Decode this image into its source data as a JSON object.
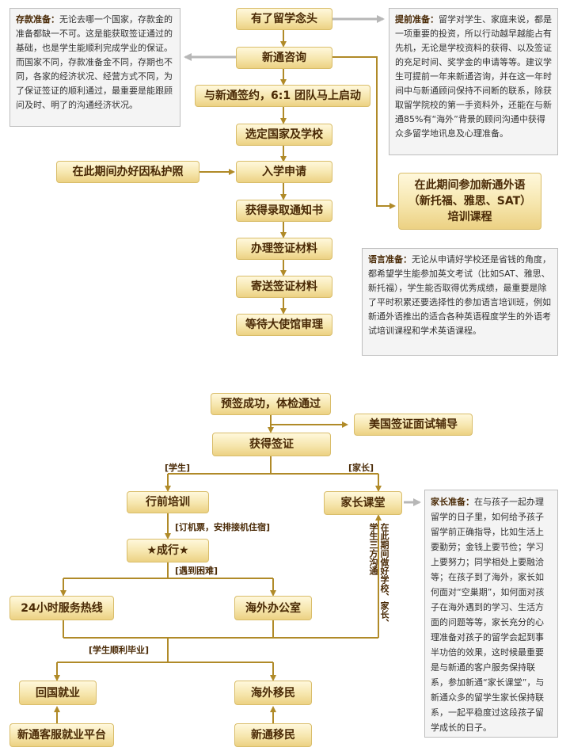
{
  "colors": {
    "box_text": "#4a2a06",
    "box_top": "#fff8dc",
    "box_bottom": "#ecd183",
    "box_border": "#d9bd6a",
    "connector": "#b08a28",
    "note_arrow": "#b7b7b7",
    "note_bg": "#f4f4f4",
    "note_border": "#bdbdbd"
  },
  "nodes": {
    "idea": "有了留学念头",
    "consult": "新通咨询",
    "sign": "与新通签约，6:1 团队马上启动",
    "choose": "选定国家及学校",
    "passport": "在此期间办好因私护照",
    "apply": "入学申请",
    "training_line1": "在此期间参加新通外语",
    "training_line2": "（新托福、雅思、SAT）",
    "training_line3": "培训课程",
    "admit": "获得录取通知书",
    "visa_docs": "办理签证材料",
    "send_docs": "寄送签证材料",
    "wait": "等待大使馆审理",
    "pre_visa": "预签成功，体检通过",
    "interview": "美国签证面试辅导",
    "visa": "获得签证",
    "orientation": "行前培训",
    "parent_class": "家长课堂",
    "depart": "★成行★",
    "hotline": "24小时服务热线",
    "office": "海外办公室",
    "return_job": "回国就业",
    "immigrate": "海外移民",
    "job_platform": "新通客服就业平台",
    "immig_service": "新通移民"
  },
  "labels": {
    "student": "[学生]",
    "parent": "[家长]",
    "book": "[订机票，安排接机住宿]",
    "trouble": "[遇到困难]",
    "graduate": "[学生顺利毕业]",
    "comm_col1": "在此期间做好学校、家长、",
    "comm_col2": "学生三方沟通"
  },
  "notes": {
    "deposit": {
      "title": "存款准备：",
      "body": "无论去哪一个国家，存款金的准备都缺一不可。这是能获取签证通过的基础，也是学生能顺利完成学业的保证。而国家不同，存款准备金不同，存期也不同，各家的经济状况、经营方式不同，为了保证签证的顺利通过，最重要是能跟顾问及时、明了的沟通经济状况。"
    },
    "advance": {
      "title": "提前准备：",
      "body": "留学对学生、家庭来说，都是一项重要的投资，所以行动越早越能占有先机，无论是学校资料的获得、以及签证的充足时间、奖学金的申请等等。建议学生可提前一年来新通咨询，并在这一年时间中与新通顾问保持不间断的联系，除获取留学院校的第一手资料外，还能在与新通85%有“海外”背景的顾问沟通中获得众多留学地讯息及心理准备。"
    },
    "language": {
      "title": "语言准备：",
      "body": "无论从申请好学校还是省钱的角度，都希望学生能参加英文考试（比如SAT、雅思、新托福），学生能否取得优秀成绩，最重要是除了平时积累还要选择性的参加语言培训班，例如新通外语推出的适合各种英语程度学生的外语考试培训课程和学术英语课程。"
    },
    "parent": {
      "title": "家长准备：",
      "body": "在与孩子一起办理留学的日子里，如何给予孩子留学前正确指导，比如生活上要勤劳；金钱上要节俭；学习上要努力；同学相处上要融洽等；在孩子到了海外，家长如何面对“空巢期”，如何面对孩子在海外遇到的学习、生活方面的问题等等，家长充分的心理准备对孩子的留学会起到事半功倍的效果，这时候最重要是与新通的客户服务保持联系，参加新通“家长课堂”，与新通众多的留学生家长保持联系，一起平稳度过这段孩子留学成长的日子。"
    }
  }
}
